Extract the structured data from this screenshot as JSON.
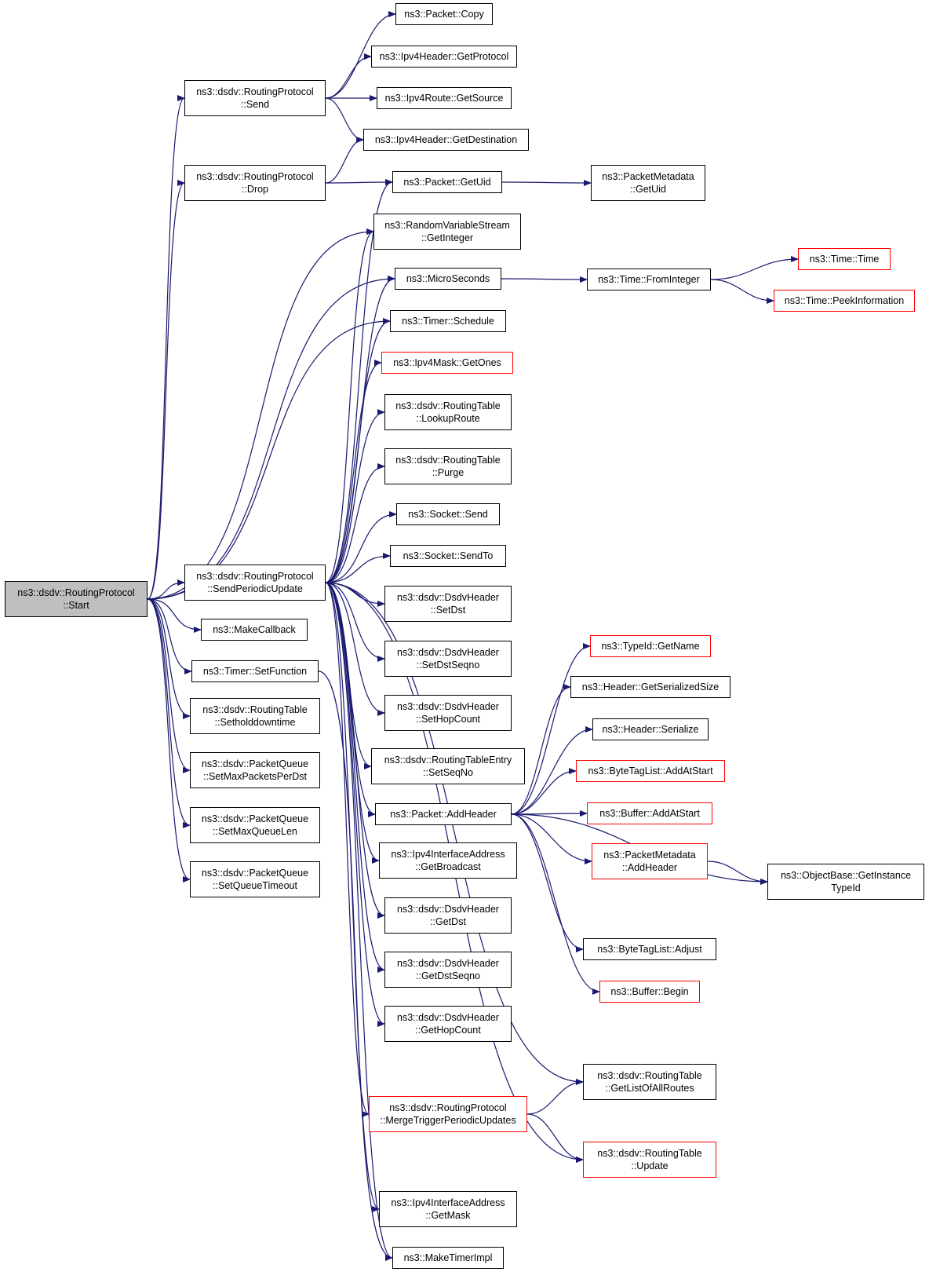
{
  "colors": {
    "edge": "#191970",
    "root_fill": "#bfbfbf",
    "red_border": "#ff0000",
    "black_border": "#000000"
  },
  "nodes": {
    "start": {
      "lines": [
        "ns3::dsdv::RoutingProtocol",
        "::Start"
      ],
      "style": "root"
    },
    "send": {
      "lines": [
        "ns3::dsdv::RoutingProtocol",
        "::Send"
      ]
    },
    "drop": {
      "lines": [
        "ns3::dsdv::RoutingProtocol",
        "::Drop"
      ]
    },
    "spu": {
      "lines": [
        "ns3::dsdv::RoutingProtocol",
        "::SendPeriodicUpdate"
      ]
    },
    "makecb": {
      "lines": [
        "ns3::MakeCallback"
      ]
    },
    "setfunc": {
      "lines": [
        "ns3::Timer::SetFunction"
      ]
    },
    "sethold": {
      "lines": [
        "ns3::dsdv::RoutingTable",
        "::Setholddowntime"
      ]
    },
    "setmaxpkt": {
      "lines": [
        "ns3::dsdv::PacketQueue",
        "::SetMaxPacketsPerDst"
      ]
    },
    "setmaxq": {
      "lines": [
        "ns3::dsdv::PacketQueue",
        "::SetMaxQueueLen"
      ]
    },
    "setqto": {
      "lines": [
        "ns3::dsdv::PacketQueue",
        "::SetQueueTimeout"
      ]
    },
    "pcopy": {
      "lines": [
        "ns3::Packet::Copy"
      ]
    },
    "getproto": {
      "lines": [
        "ns3::Ipv4Header::GetProtocol"
      ]
    },
    "getsrc": {
      "lines": [
        "ns3::Ipv4Route::GetSource"
      ]
    },
    "getdest": {
      "lines": [
        "ns3::Ipv4Header::GetDestination"
      ]
    },
    "getuid": {
      "lines": [
        "ns3::Packet::GetUid"
      ]
    },
    "pmuid": {
      "lines": [
        "ns3::PacketMetadata",
        "::GetUid"
      ]
    },
    "rvsint": {
      "lines": [
        "ns3::RandomVariableStream",
        "::GetInteger"
      ]
    },
    "micro": {
      "lines": [
        "ns3::MicroSeconds"
      ]
    },
    "fromint": {
      "lines": [
        "ns3::Time::FromInteger"
      ]
    },
    "timetime": {
      "lines": [
        "ns3::Time::Time"
      ],
      "style": "red"
    },
    "peek": {
      "lines": [
        "ns3::Time::PeekInformation"
      ],
      "style": "red"
    },
    "tsched": {
      "lines": [
        "ns3::Timer::Schedule"
      ]
    },
    "getones": {
      "lines": [
        "ns3::Ipv4Mask::GetOnes"
      ],
      "style": "red"
    },
    "lookup": {
      "lines": [
        "ns3::dsdv::RoutingTable",
        "::LookupRoute"
      ]
    },
    "purge": {
      "lines": [
        "ns3::dsdv::RoutingTable",
        "::Purge"
      ]
    },
    "sksend": {
      "lines": [
        "ns3::Socket::Send"
      ]
    },
    "sksendto": {
      "lines": [
        "ns3::Socket::SendTo"
      ]
    },
    "setdst": {
      "lines": [
        "ns3::dsdv::DsdvHeader",
        "::SetDst"
      ]
    },
    "setdstseq": {
      "lines": [
        "ns3::dsdv::DsdvHeader",
        "::SetDstSeqno"
      ]
    },
    "sethop": {
      "lines": [
        "ns3::dsdv::DsdvHeader",
        "::SetHopCount"
      ]
    },
    "setseqno": {
      "lines": [
        "ns3::dsdv::RoutingTableEntry",
        "::SetSeqNo"
      ]
    },
    "addheader": {
      "lines": [
        "ns3::Packet::AddHeader"
      ]
    },
    "getbcast": {
      "lines": [
        "ns3::Ipv4InterfaceAddress",
        "::GetBroadcast"
      ]
    },
    "getdst": {
      "lines": [
        "ns3::dsdv::DsdvHeader",
        "::GetDst"
      ]
    },
    "getdstseq": {
      "lines": [
        "ns3::dsdv::DsdvHeader",
        "::GetDstSeqno"
      ]
    },
    "gethop": {
      "lines": [
        "ns3::dsdv::DsdvHeader",
        "::GetHopCount"
      ]
    },
    "merge": {
      "lines": [
        "ns3::dsdv::RoutingProtocol",
        "::MergeTriggerPeriodicUpdates"
      ],
      "style": "red"
    },
    "getmask": {
      "lines": [
        "ns3::Ipv4InterfaceAddress",
        "::GetMask"
      ]
    },
    "mktimer": {
      "lines": [
        "ns3::MakeTimerImpl"
      ]
    },
    "getname": {
      "lines": [
        "ns3::TypeId::GetName"
      ],
      "style": "red"
    },
    "hdrsize": {
      "lines": [
        "ns3::Header::GetSerializedSize"
      ]
    },
    "hdrser": {
      "lines": [
        "ns3::Header::Serialize"
      ]
    },
    "btladd": {
      "lines": [
        "ns3::ByteTagList::AddAtStart"
      ],
      "style": "red"
    },
    "bufadd": {
      "lines": [
        "ns3::Buffer::AddAtStart"
      ],
      "style": "red"
    },
    "pmadd": {
      "lines": [
        "ns3::PacketMetadata",
        "::AddHeader"
      ],
      "style": "red"
    },
    "obtype": {
      "lines": [
        "ns3::ObjectBase::GetInstance",
        "TypeId"
      ]
    },
    "btladj": {
      "lines": [
        "ns3::ByteTagList::Adjust"
      ]
    },
    "bufbegin": {
      "lines": [
        "ns3::Buffer::Begin"
      ],
      "style": "red"
    },
    "getall": {
      "lines": [
        "ns3::dsdv::RoutingTable",
        "::GetListOfAllRoutes"
      ]
    },
    "rtupdate": {
      "lines": [
        "ns3::dsdv::RoutingTable",
        "::Update"
      ],
      "style": "red"
    }
  }
}
